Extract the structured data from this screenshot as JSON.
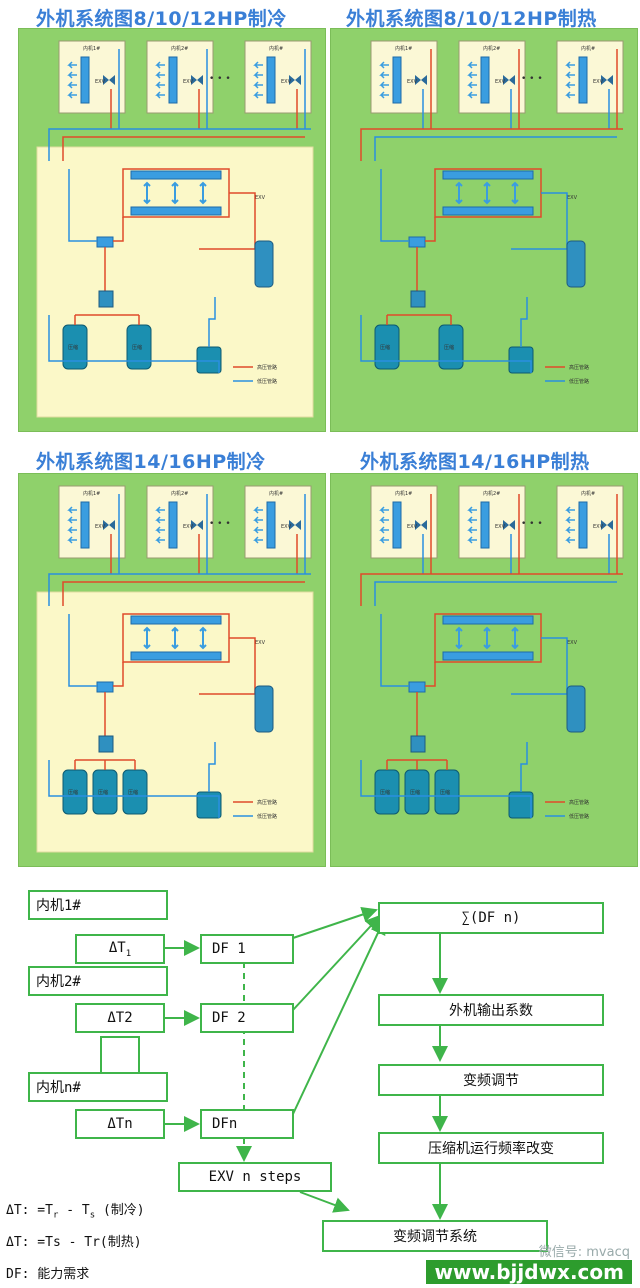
{
  "titles": {
    "p1": "外机系统图8/10/12HP制冷",
    "p2": "外机系统图8/10/12HP制热",
    "p3": "外机系统图14/16HP制冷",
    "p4": "外机系统图14/16HP制热"
  },
  "schematic": {
    "indoor": [
      "内机1#",
      "内机2#",
      "内机#"
    ],
    "exv": "EXV",
    "dots": "• • •",
    "compressor": "压缩",
    "legend_high": "高压管路",
    "legend_low": "低压管路"
  },
  "flow": {
    "inner1": "内机1#",
    "dt1_prefix": "ΔT",
    "dt1_sub": "1",
    "df1": "DF 1",
    "inner2": "内机2#",
    "dt2": "ΔT2",
    "df2": "DF 2",
    "innern": "内机n#",
    "dtn": "ΔTn",
    "dfn": "DFn",
    "sum": "∑(DF n)",
    "outcoef": "外机输出系数",
    "freqadj": "变频调节",
    "compfreq": "压缩机运行频率改变",
    "exv": "EXV n steps",
    "system": "变频调节系统"
  },
  "legend": {
    "cool_prefix": "ΔT: =T",
    "cool_r": "r",
    "cool_mid": " - T",
    "cool_s": "s",
    "cool_suffix": " (制冷)",
    "heat": "ΔT: =Ts - Tr(制热)",
    "df": "DF: 能力需求"
  },
  "watermark": {
    "site": "www.bjjdwx.com",
    "wechat": "微信号: mvacq"
  },
  "colors": {
    "green_bg": "#8fd16b",
    "cream_bg": "#fbf8c8",
    "high_pipe": "#e04a2a",
    "low_pipe": "#2a8fe0",
    "flow_green": "#3fb54a"
  }
}
